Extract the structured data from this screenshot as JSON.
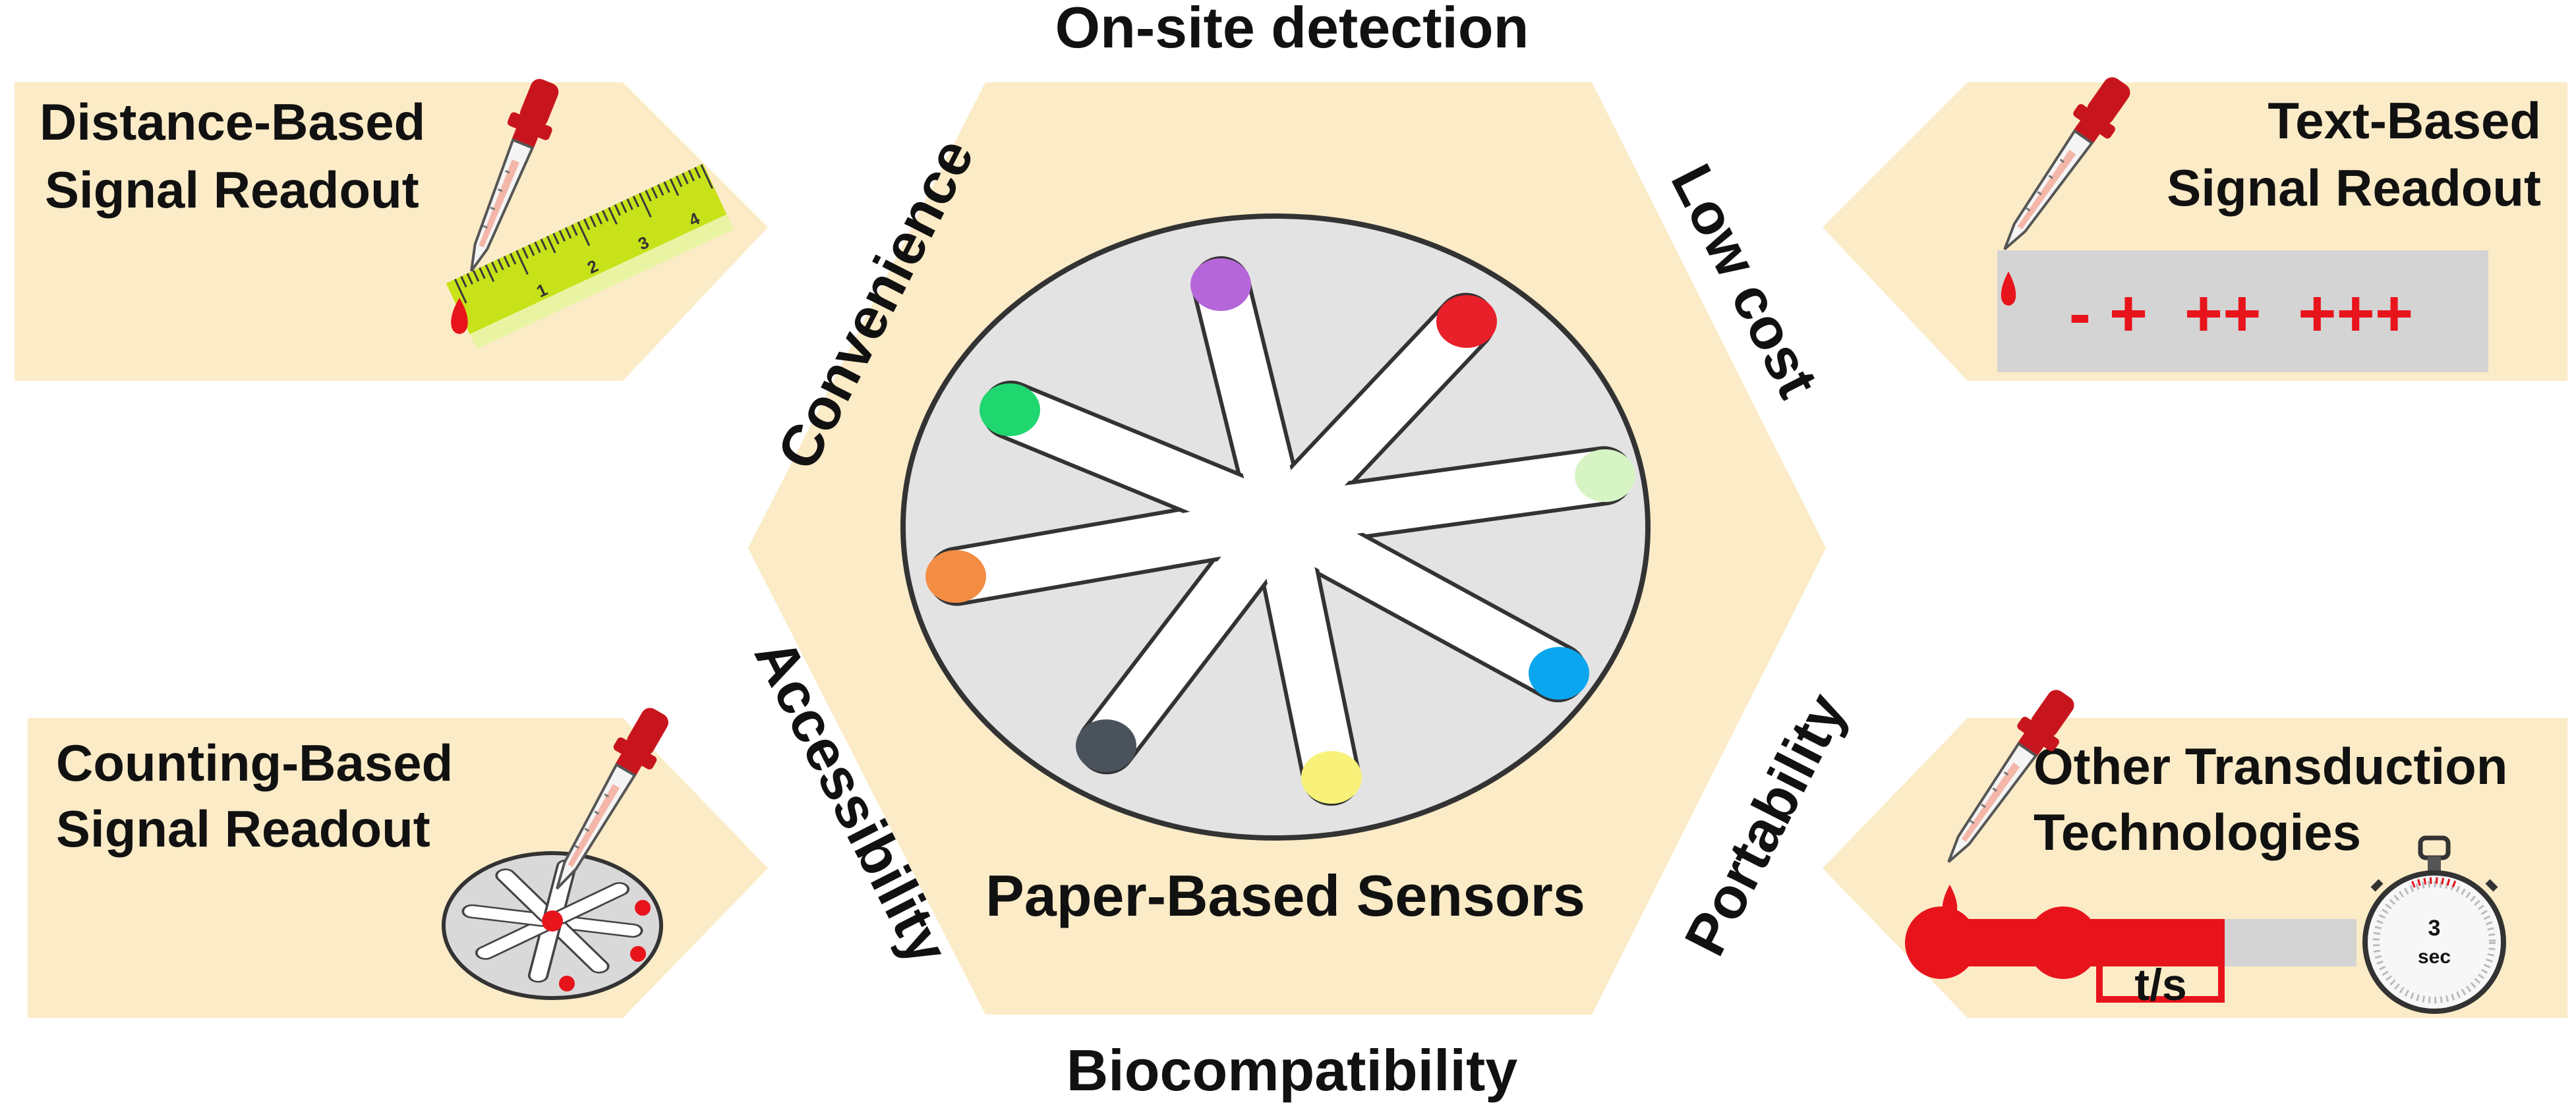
{
  "colors": {
    "panel": "#fbebc6",
    "hexagon": "#fbebc6",
    "sensor_bg": "#e3e3e3",
    "outline": "#333333",
    "text": "#111111",
    "accent_red": "#e8141c",
    "ruler": "#c8e21a"
  },
  "center": {
    "top_label": "On-site detection",
    "bottom_label": "Biocompatibility",
    "sensor_label": "Paper-Based Sensors",
    "side_labels": {
      "upper_left": "Convenience",
      "upper_right": "Low cost",
      "lower_left": "Accessibility",
      "lower_right": "Portability"
    },
    "petal_colors": [
      "#b566d9",
      "#e8202a",
      "#d7f5c4",
      "#0aa6f0",
      "#f8f27a",
      "#4a525c",
      "#f48d44",
      "#1fd66f"
    ]
  },
  "panels": {
    "distance": {
      "line1": "Distance-Based",
      "line2": "Signal Readout",
      "ruler_ticks": [
        "1",
        "2",
        "3",
        "4"
      ]
    },
    "text": {
      "line1": "Text-Based",
      "line2": "Signal Readout",
      "readout": "- +  ++  +++"
    },
    "counting": {
      "line1": "Counting-Based",
      "line2": "Signal Readout"
    },
    "other": {
      "line1": "Other Transduction",
      "line2": "Technologies",
      "time_label": "t/s",
      "timer_value": "3",
      "timer_unit": "sec"
    }
  }
}
